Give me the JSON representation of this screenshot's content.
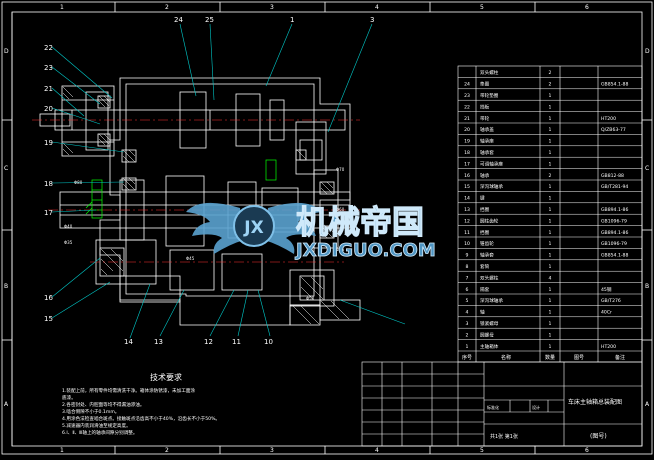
{
  "border": {
    "col_labels": [
      "1",
      "2",
      "3",
      "4",
      "5",
      "6"
    ],
    "row_labels": [
      "D",
      "C",
      "B",
      "A"
    ]
  },
  "balloons": [
    "22",
    "23",
    "21",
    "20",
    "19",
    "18",
    "17",
    "16",
    "15",
    "14",
    "13",
    "12",
    "11",
    "10",
    "24",
    "25",
    "1",
    "3"
  ],
  "watermark": {
    "logo_letters": "JX",
    "title": "机械帝国",
    "url": "JXDIGUO.COM"
  },
  "tech_notes": {
    "title": "技术要求",
    "lines": [
      "1.装配上前，所有零件均需清洗干净。箱体涂防锈漆，未加工面涂",
      "  底漆。",
      "2.各密封处、内腔面等均不得漏油渗油。",
      "3.啮合侧隙不小于0.1mm。",
      "4.用涂色法检查啮合斑点。接触斑点沿齿高不小于40%，沿齿长不小于50%。",
      "5.减速器内装润滑油至规定高度。",
      "6.Ⅰ、Ⅱ、Ⅲ轴上的轴承间隙分别调整。"
    ]
  },
  "bom": {
    "header": [
      "序号",
      "名称",
      "数量",
      "图号",
      "备注"
    ],
    "rows": [
      {
        "no": "",
        "name": "双头螺柱",
        "qty": "2",
        "spec": ""
      },
      {
        "no": "24",
        "name": "垫圈",
        "qty": "2",
        "spec": "GB854.1-88"
      },
      {
        "no": "23",
        "name": "带轮垫圈",
        "qty": "1",
        "spec": ""
      },
      {
        "no": "22",
        "name": "挡板",
        "qty": "1",
        "spec": ""
      },
      {
        "no": "21",
        "name": "带轮",
        "qty": "1",
        "spec": "HT200"
      },
      {
        "no": "20",
        "name": "轴承盖",
        "qty": "1",
        "spec": "Q/ZB63-77"
      },
      {
        "no": "19",
        "name": "轴承座",
        "qty": "1",
        "spec": ""
      },
      {
        "no": "18",
        "name": "轴承套",
        "qty": "1",
        "spec": ""
      },
      {
        "no": "17",
        "name": "可调轴承座",
        "qty": "1",
        "spec": ""
      },
      {
        "no": "16",
        "name": "轴承",
        "qty": "2",
        "spec": "GB812-88"
      },
      {
        "no": "15",
        "name": "深沟球轴承",
        "qty": "1",
        "spec": "GB/T281-94"
      },
      {
        "no": "14",
        "name": "键",
        "qty": "1",
        "spec": ""
      },
      {
        "no": "13",
        "name": "挡圈",
        "qty": "1",
        "spec": "GB894.1-86"
      },
      {
        "no": "12",
        "name": "圆柱齿轮",
        "qty": "1",
        "spec": "GB1096-79"
      },
      {
        "no": "11",
        "name": "挡圈",
        "qty": "1",
        "spec": "GB894.1-86"
      },
      {
        "no": "10",
        "name": "锥齿轮",
        "qty": "1",
        "spec": "GB1096-79"
      },
      {
        "no": "9",
        "name": "轴承套",
        "qty": "1",
        "spec": "GB854.1-88"
      },
      {
        "no": "8",
        "name": "套筒",
        "qty": "1",
        "spec": ""
      },
      {
        "no": "7",
        "name": "双头螺柱",
        "qty": "4",
        "spec": ""
      },
      {
        "no": "6",
        "name": "隔套",
        "qty": "1",
        "spec": "45钢"
      },
      {
        "no": "5",
        "name": "深沟球轴承",
        "qty": "1",
        "spec": "GB/T276"
      },
      {
        "no": "4",
        "name": "轴",
        "qty": "1",
        "spec": "40Cr"
      },
      {
        "no": "3",
        "name": "锁紧螺母",
        "qty": "1",
        "spec": ""
      },
      {
        "no": "2",
        "name": "圆螺母",
        "qty": "1",
        "spec": ""
      },
      {
        "no": "1",
        "name": "主轴箱体",
        "qty": "1",
        "spec": "HT200"
      }
    ]
  },
  "title_block": {
    "drawing_title": "车床主轴箱总装配图",
    "sheet": "共1张  第1张",
    "drawing_no": "(图号)",
    "cell_a": "标准化",
    "cell_b": "设计"
  },
  "colors": {
    "background": "#000000",
    "lines": "#ffffff",
    "centerline": "#ff3333",
    "leader": "#00c8c8",
    "section": "#00ff00",
    "watermark": "#5aa2cf"
  }
}
